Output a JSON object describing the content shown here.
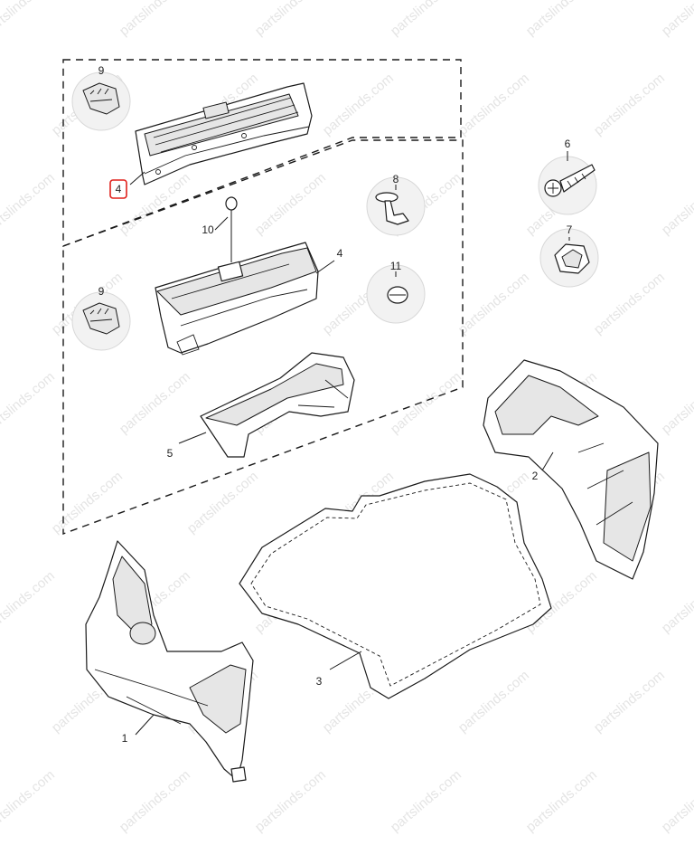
{
  "diagram": {
    "watermark": "partslinds.com",
    "highlight_color": "#e0201b",
    "callouts": {
      "c1": "1",
      "c2": "2",
      "c3": "3",
      "c4_top": "4",
      "c4_mid": "4",
      "c5": "5",
      "c6": "6",
      "c7": "7",
      "c8": "8",
      "c9_top": "9",
      "c9_mid": "9",
      "c10": "10",
      "c11": "11"
    },
    "highlighted_callout": "4"
  }
}
